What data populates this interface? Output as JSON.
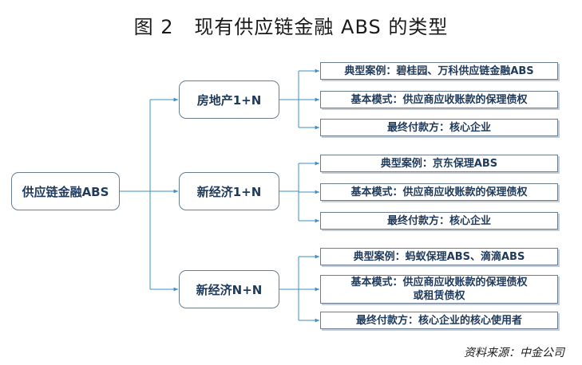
{
  "title": "图 2   现有供应链金融 ABS 的类型",
  "root": {
    "label": "供应链金融ABS"
  },
  "branches": [
    {
      "label": "房地产1+N",
      "leaves": [
        {
          "lines": [
            "典型案例：碧桂园、万科供应链金融ABS"
          ]
        },
        {
          "lines": [
            "基本模式：供应商应收账款的保理债权"
          ]
        },
        {
          "lines": [
            "最终付款方：核心企业"
          ]
        }
      ]
    },
    {
      "label": "新经济1+N",
      "leaves": [
        {
          "lines": [
            "典型案例：京东保理ABS"
          ]
        },
        {
          "lines": [
            "基本模式：供应商应收账款的保理债权"
          ]
        },
        {
          "lines": [
            "最终付款方：核心企业"
          ]
        }
      ]
    },
    {
      "label": "新经济N+N",
      "leaves": [
        {
          "lines": [
            "典型案例：蚂蚁保理ABS、滴滴ABS"
          ]
        },
        {
          "lines": [
            "基本模式：供应商应收账款的保理债权",
            "或租赁债权"
          ]
        },
        {
          "lines": [
            "最终付款方：核心企业的核心使用者"
          ]
        }
      ]
    }
  ],
  "source": "资料来源：中金公司",
  "colors": {
    "connector": "#3d8fc4",
    "border": "#6b7e92",
    "text": "#1f3a5a"
  }
}
